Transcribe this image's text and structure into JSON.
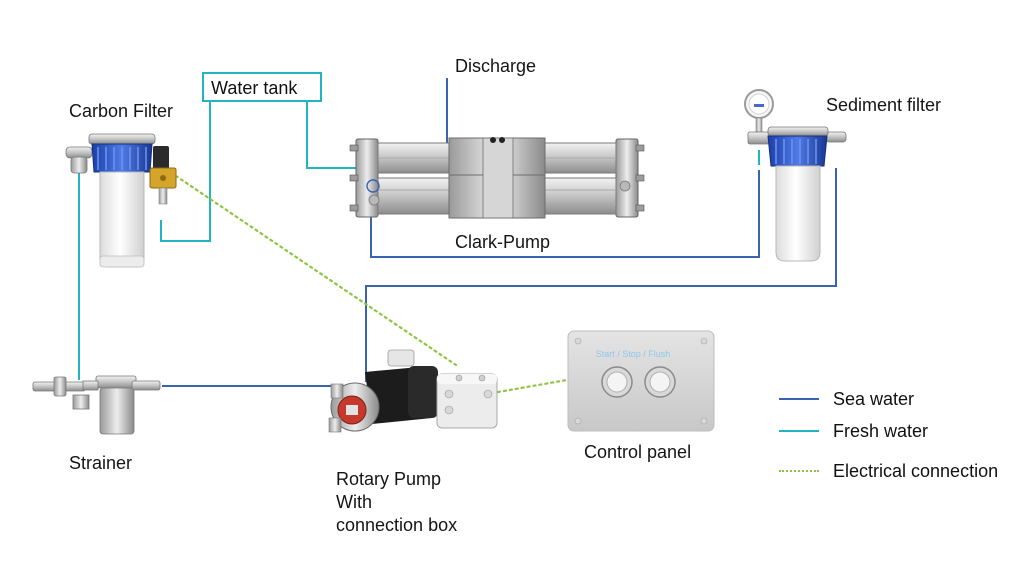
{
  "labels": {
    "discharge": "Discharge",
    "carbon_filter": "Carbon Filter",
    "water_tank": "Water tank",
    "sediment_filter": "Sediment filter",
    "clark_pump": "Clark-Pump",
    "strainer": "Strainer",
    "rotary_pump": [
      "Rotary Pump",
      "With",
      "connection box"
    ],
    "control_panel": "Control panel",
    "panel_buttons_text": "Start / Stop / Flush"
  },
  "legend": [
    {
      "label": "Sea water",
      "style": "solid",
      "color": "#3a63b0"
    },
    {
      "label": "Fresh water",
      "style": "solid",
      "color": "#22b5c0"
    },
    {
      "label": "Electrical connection",
      "style": "dotted",
      "color": "#8cc63f"
    }
  ],
  "colors": {
    "sea_water": "#3a63b0",
    "fresh_water": "#22b5c0",
    "electrical": "#8cc63f"
  }
}
